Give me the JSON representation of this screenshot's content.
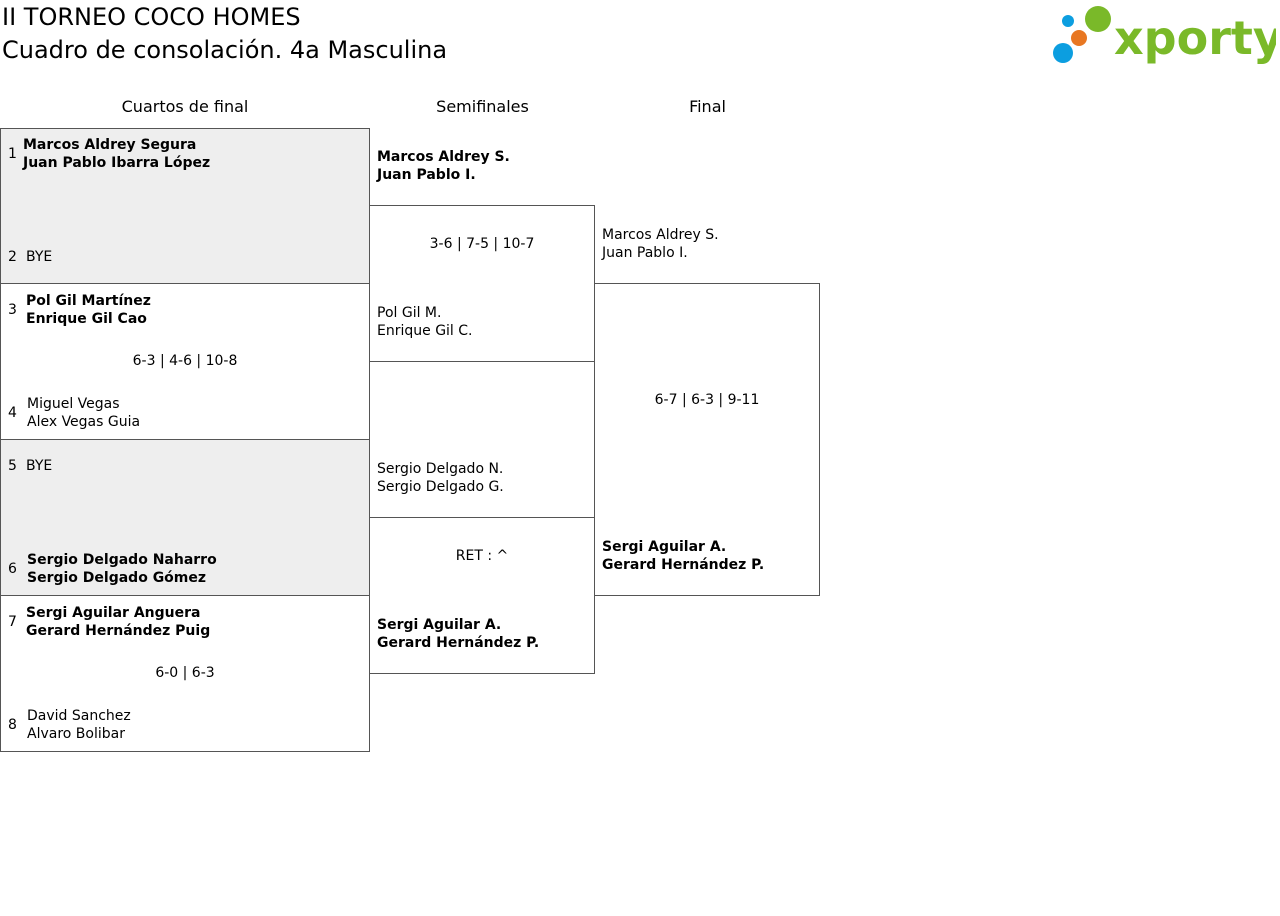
{
  "header": {
    "title": "II TORNEO COCO HOMES",
    "subtitle": "Cuadro de consolación. 4a Masculina",
    "logo_text": "xporty",
    "logo_colors": {
      "blue": "#0c9ee0",
      "orange": "#e87722",
      "green": "#7ab929"
    }
  },
  "rounds": {
    "quarters": "Cuartos de final",
    "semis": "Semifinales",
    "final": "Final"
  },
  "quarters": [
    {
      "seed_a": "1",
      "team_a": [
        "Marcos Aldrey Segura",
        "Juan Pablo Ibarra López"
      ],
      "seed_b": "2",
      "team_b": [
        "BYE"
      ],
      "score": ""
    },
    {
      "seed_a": "3",
      "team_a": [
        "Pol Gil Martínez",
        "Enrique Gil Cao"
      ],
      "seed_b": "4",
      "team_b": [
        "Miguel Vegas",
        "Alex Vegas Guia"
      ],
      "score": "6-3 | 4-6 | 10-8"
    },
    {
      "seed_a": "5",
      "team_a": [
        "BYE"
      ],
      "seed_b": "6",
      "team_b": [
        "Sergio Delgado Naharro",
        "Sergio Delgado Gómez"
      ],
      "score": ""
    },
    {
      "seed_a": "7",
      "team_a": [
        "Sergi Aguilar Anguera",
        "Gerard Hernández Puig"
      ],
      "seed_b": "8",
      "team_b": [
        "David Sanchez",
        "Alvaro Bolibar"
      ],
      "score": "6-0 | 6-3"
    }
  ],
  "semis": [
    {
      "team_a": [
        "Marcos Aldrey S.",
        "Juan Pablo I."
      ],
      "team_b": [
        "Pol Gil M.",
        "Enrique Gil C."
      ],
      "score": "3-6 | 7-5 | 10-7"
    },
    {
      "team_a": [
        "Sergio Delgado N.",
        "Sergio Delgado G."
      ],
      "team_b": [
        "Sergi Aguilar A.",
        "Gerard Hernández P."
      ],
      "score": "RET : ^"
    }
  ],
  "final": {
    "team_a": [
      "Marcos Aldrey S.",
      "Juan Pablo I."
    ],
    "team_b": [
      "Sergi Aguilar A.",
      "Gerard Hernández P."
    ],
    "score": "6-7 | 6-3 | 9-11"
  }
}
